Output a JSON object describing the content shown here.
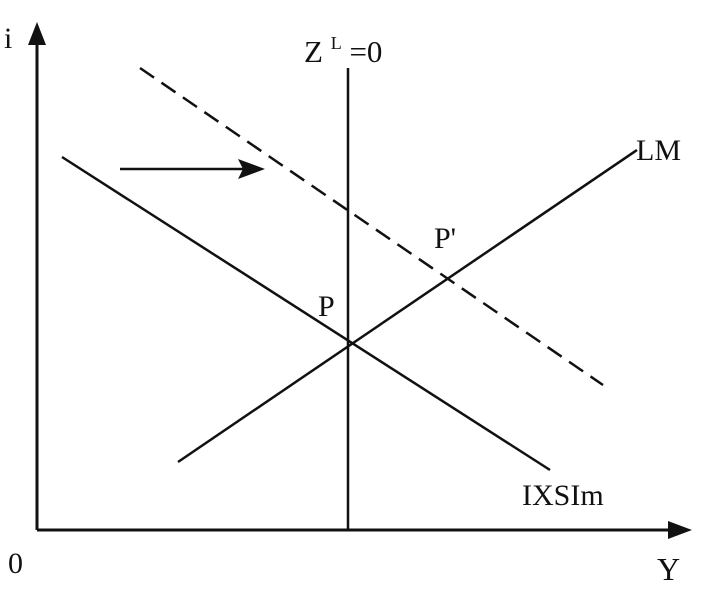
{
  "axes": {
    "y_label": "i",
    "x_label": "Y",
    "origin_label": "0"
  },
  "curves": {
    "vertical_line": {
      "label_base": "Z",
      "label_sup": "L",
      "label_rest": "=0"
    },
    "lm": {
      "label": "LM"
    },
    "ixsim": {
      "label": "IXSIm"
    },
    "shifted_ixsim": {
      "style": "dashed"
    }
  },
  "points": {
    "p": {
      "label": "P"
    },
    "p_prime": {
      "label": "P'"
    }
  },
  "shift_arrow": {
    "direction": "right"
  },
  "colors": {
    "ink": "#111111",
    "background": "#ffffff"
  }
}
